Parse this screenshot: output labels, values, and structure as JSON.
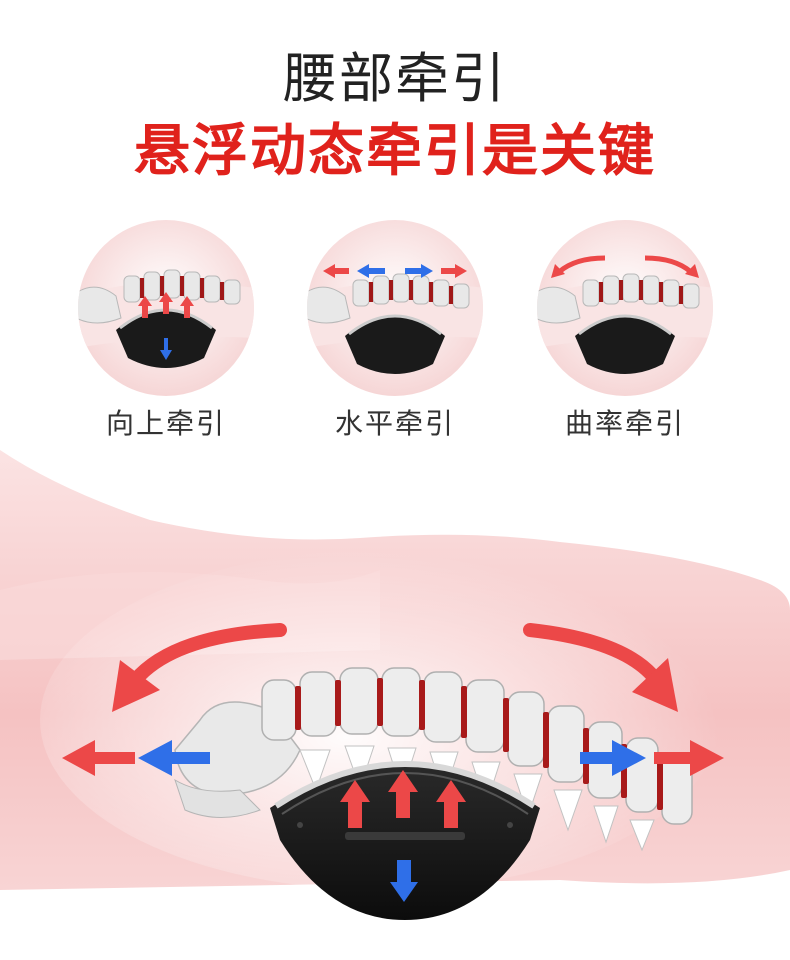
{
  "title": {
    "main": "腰部牵引",
    "sub": "悬浮动态牵引是关键"
  },
  "modes": [
    {
      "label": "向上牵引",
      "icon": "upward-traction-icon"
    },
    {
      "label": "水平牵引",
      "icon": "horizontal-traction-icon"
    },
    {
      "label": "曲率牵引",
      "icon": "curvature-traction-icon"
    }
  ],
  "colors": {
    "title_dark": "#222222",
    "title_accent": "#e0221c",
    "arrow_red": "#ec4848",
    "arrow_blue": "#2f6fe8",
    "body_pink": "#f7c9c9",
    "device_black": "#1a1a1a"
  }
}
